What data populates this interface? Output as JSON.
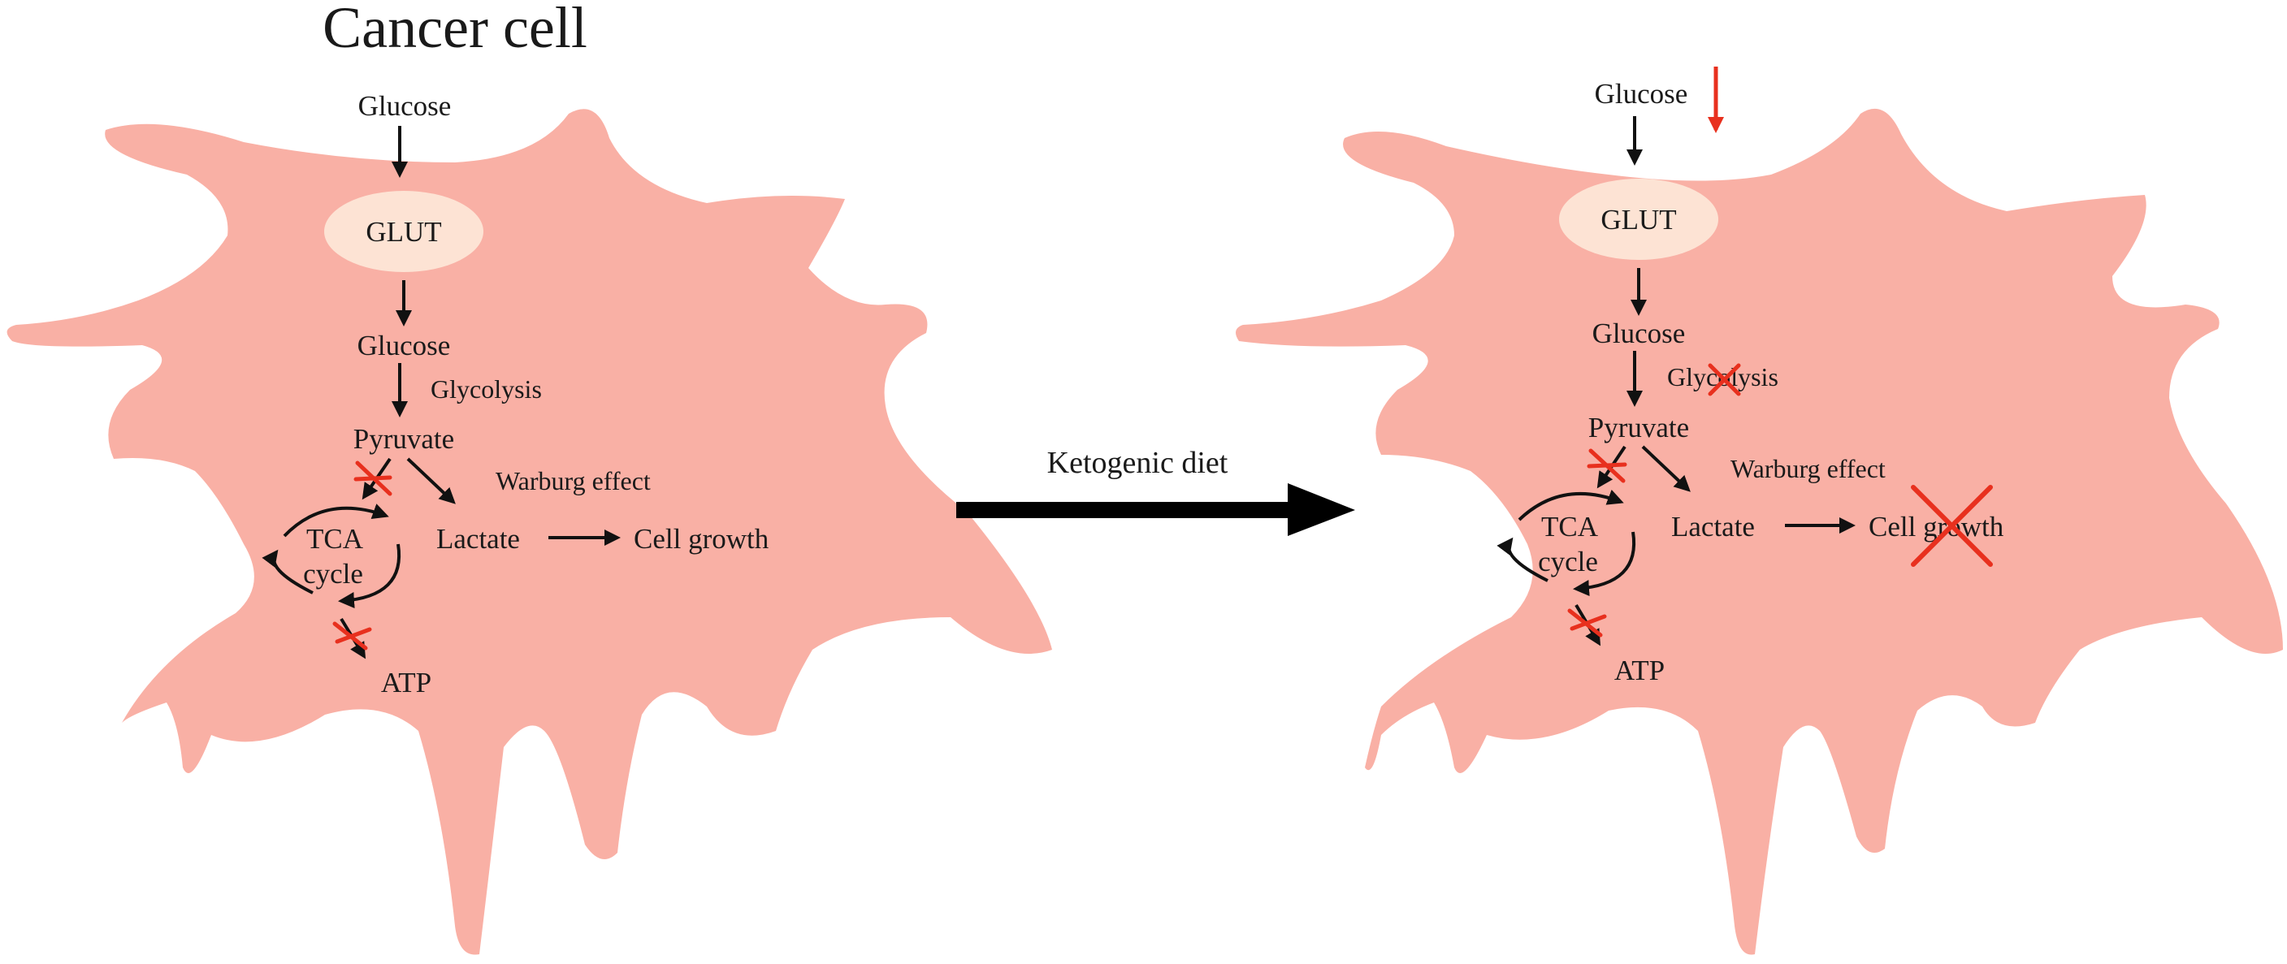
{
  "title": "Cancer cell",
  "arrow_label": "Ketogenic diet",
  "colors": {
    "cell": "#f9b0a5",
    "glut": "#fde3d4",
    "inhibit": "#e8301e",
    "ink": "#111111"
  },
  "left_cell": {
    "glucose_outside": "Glucose",
    "transporter": "GLUT",
    "glucose_inside": "Glucose",
    "glycolysis": "Glycolysis",
    "pyruvate": "Pyruvate",
    "warburg": "Warburg effect",
    "tca_line1": "TCA",
    "tca_line2": "cycle",
    "lactate": "Lactate",
    "growth": "Cell growth",
    "atp": "ATP"
  },
  "right_cell": {
    "glucose_outside": "Glucose",
    "transporter": "GLUT",
    "glucose_inside": "Glucose",
    "glycolysis": "Glycolysis",
    "pyruvate": "Pyruvate",
    "warburg": "Warburg effect",
    "tca_line1": "TCA",
    "tca_line2": "cycle",
    "lactate": "Lactate",
    "growth": "Cell growth",
    "atp": "ATP"
  }
}
